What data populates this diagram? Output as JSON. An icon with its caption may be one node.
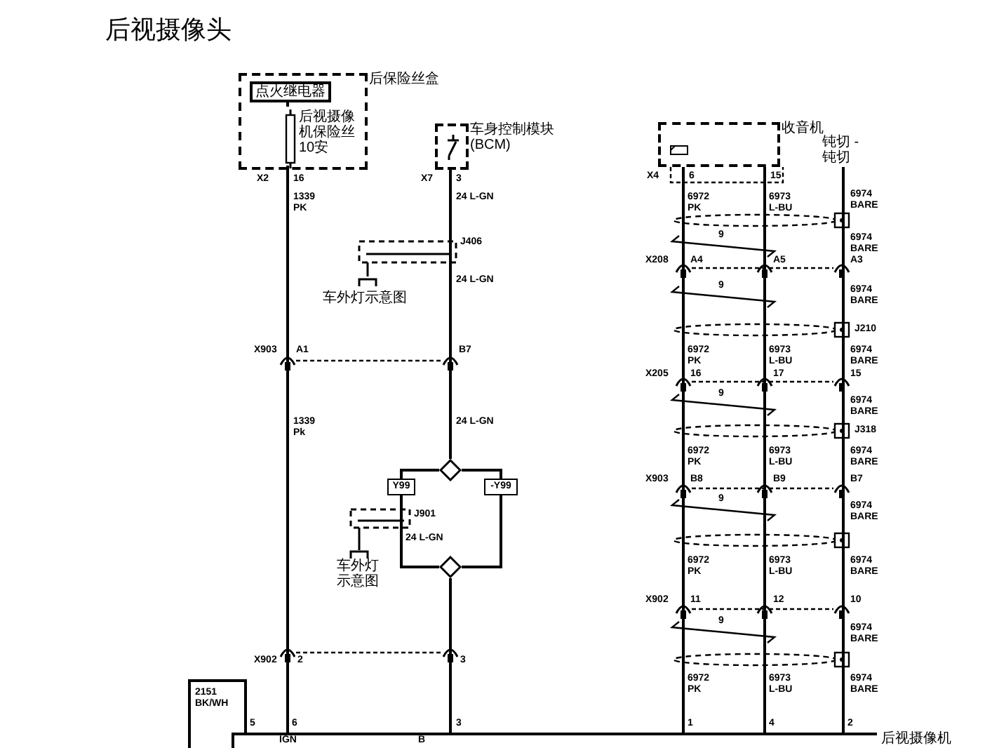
{
  "diagram": {
    "title": "后视摄像头",
    "nodes": [
      {
        "text": [
          "后保险丝盒"
        ]
      },
      {
        "text": [
          "点火继电器"
        ],
        "in": 0
      },
      {
        "text": [
          "后视摄像机保险丝",
          "10安"
        ],
        "in": 0
      },
      {
        "text": [
          "车身控制模块 (BCM)"
        ]
      },
      {
        "text": [
          "收音机"
        ]
      },
      {
        "text": [
          "后视摄像机"
        ]
      },
      {
        "text": [
          "Y99"
        ]
      },
      {
        "text": [
          "-Y99"
        ]
      },
      {
        "text": [],
        "shape": "diamond"
      },
      {
        "text": [],
        "shape": "diamond"
      },
      {
        "text": [
          "钝切 - 钝切"
        ]
      }
    ],
    "edges": [
      {
        "from": 2,
        "to": 5,
        "arrow": "none"
      },
      {
        "from": 3,
        "to": 8,
        "arrow": "none"
      },
      {
        "from": 8,
        "to": 6,
        "arrow": "none"
      },
      {
        "from": 8,
        "to": 7,
        "arrow": "none"
      },
      {
        "from": 6,
        "to": 9,
        "arrow": "none"
      },
      {
        "from": 7,
        "to": 9,
        "arrow": "none"
      },
      {
        "from": 9,
        "to": 5,
        "arrow": "none"
      },
      {
        "from": 4,
        "to": 5,
        "arrow": "none"
      },
      {
        "from": 4,
        "to": 5,
        "arrow": "none"
      },
      {
        "from": 10,
        "to": 5,
        "arrow": "none"
      },
      {
        "from": 5,
        "to": null,
        "arrow": "none"
      },
      {
        "from": 1,
        "to": 2,
        "arrow": "none"
      }
    ],
    "labels": [
      "X2",
      "16",
      "X7",
      "3",
      "X4",
      "6",
      "15",
      "1339 PK",
      "24 L-GN",
      "6972 PK",
      "6973 L-BU",
      "6974 BARE",
      "J406",
      "9",
      "6974 BARE",
      "X208",
      "A4",
      "A5",
      "A3",
      "24 L-GN",
      "车外灯示意图",
      "9",
      "6974 BARE",
      "J210",
      "6972 PK",
      "6973 L-BU",
      "6974 BARE",
      "X903",
      "A1",
      "B7",
      "X205",
      "16",
      "17",
      "15",
      "9",
      "6974 BARE",
      "1339 Pk",
      "24 L-GN",
      "J318",
      "6972 PK",
      "6973 L-BU",
      "6974 BARE",
      "X903",
      "B8",
      "B9",
      "B7",
      "9",
      "6974 BARE",
      "J901",
      "24 L-GN",
      "6972 PK",
      "6973 L-BU",
      "6974 BARE",
      "车外灯示意图",
      "X902",
      "11",
      "12",
      "10",
      "9",
      "6974 BARE",
      "X902",
      "2",
      "3",
      "6972 PK",
      "6973 L-BU",
      "6974 BARE",
      "2151 BK/WH",
      "5",
      "6",
      "3",
      "1",
      "4",
      "2",
      "IGN",
      "B"
    ]
  }
}
